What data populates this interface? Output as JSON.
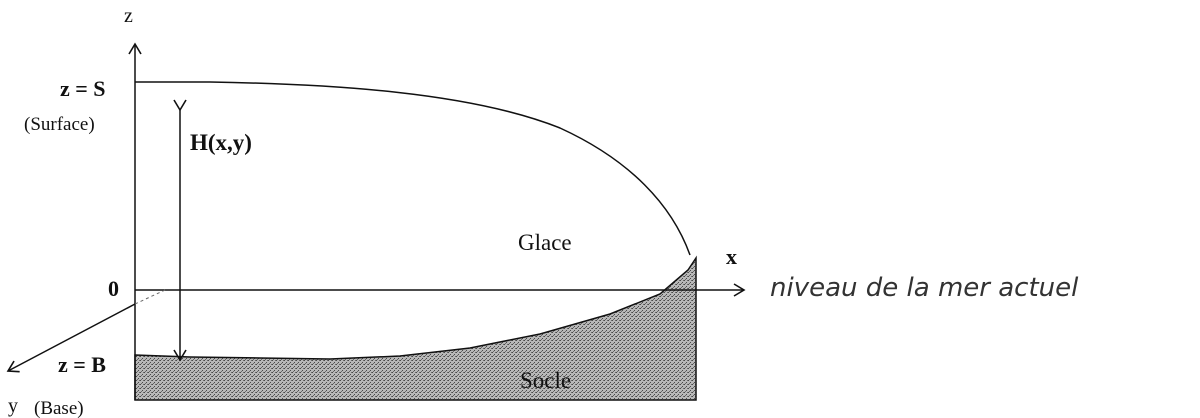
{
  "axes": {
    "z_label": "z",
    "x_label": "x",
    "y_label": "y",
    "origin_label": "0"
  },
  "levels": {
    "surface_eq": "z = S",
    "surface_name": "(Surface)",
    "base_eq": "z = B",
    "base_name": "(Base)"
  },
  "thickness_label": "H(x,y)",
  "regions": {
    "ice": "Glace",
    "bedrock": "Socle"
  },
  "handwritten_note": "niveau de la mer actuel",
  "colors": {
    "stroke": "#111111",
    "bedrock_fill": "#9a9a9a"
  }
}
